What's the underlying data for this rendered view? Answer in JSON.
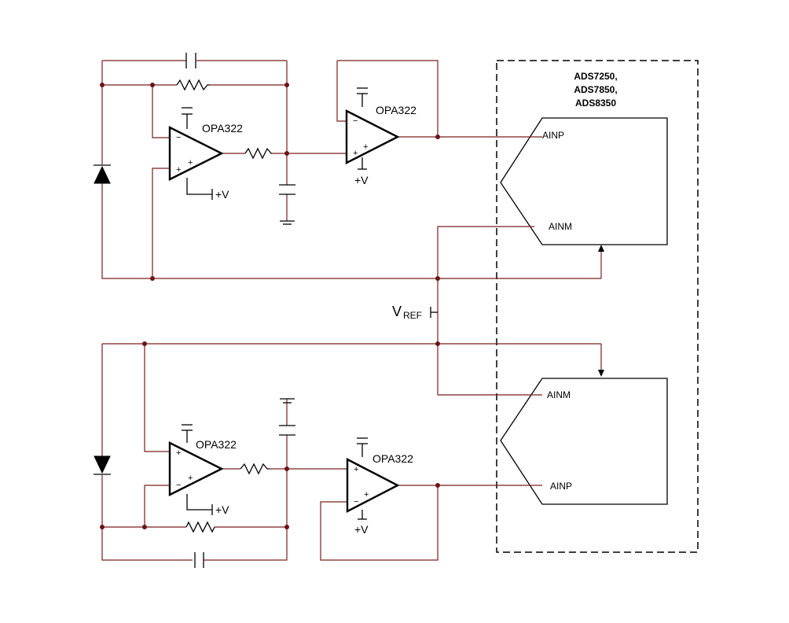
{
  "adc": {
    "part_lines": [
      "ADS7250,",
      "ADS7850,",
      "ADS8350"
    ],
    "upper_pins": {
      "p": "AINP",
      "m": "AINM"
    },
    "lower_pins": {
      "m": "AINM",
      "p": "AINP"
    }
  },
  "opamps": {
    "u1": "OPA322",
    "u2": "OPA322",
    "u3": "OPA322",
    "u4": "OPA322"
  },
  "supply": {
    "u1": "+V",
    "u2": "+V",
    "u3": "+V",
    "u4": "+V"
  },
  "vref": {
    "main": "V",
    "sub": "REF"
  },
  "signs": {
    "plus": "+",
    "minus": "−"
  }
}
